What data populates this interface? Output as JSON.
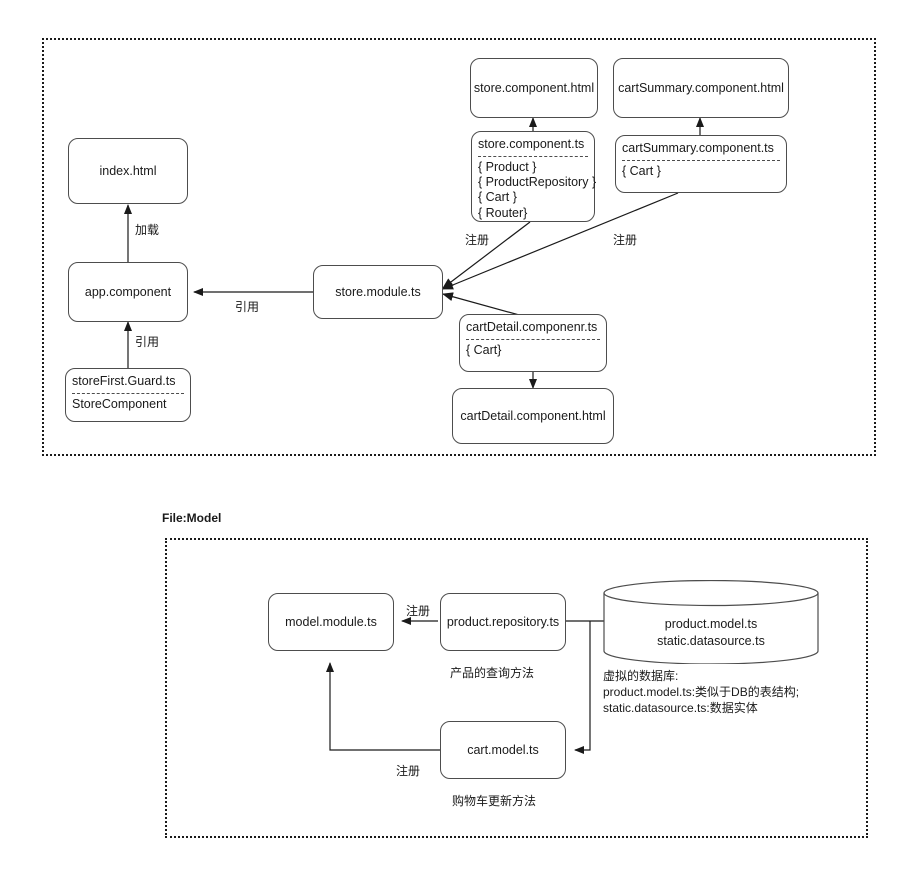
{
  "diagram": {
    "title": "Angular store app module structure diagram",
    "groups": [
      {
        "id": "store-group",
        "label": ""
      },
      {
        "id": "model-group",
        "label": "File:Model"
      }
    ]
  },
  "store_section": {
    "nodes": {
      "index_html": {
        "label": "index.html"
      },
      "app_component": {
        "label": "app.component"
      },
      "store_first_guard": {
        "title": "storeFirst.Guard.ts",
        "body": "StoreComponent"
      },
      "store_module": {
        "label": "store.module.ts"
      },
      "store_component_html": {
        "label": "store.component.html"
      },
      "store_component_ts": {
        "title": "store.component.ts",
        "body": "{ Product }\n{ ProductRepository }\n{ Cart }\n{ Router}"
      },
      "cart_summary_component_html": {
        "label": "cartSummary.component.html"
      },
      "cart_summary_component_ts": {
        "title": "cartSummary.component.ts",
        "body": "{ Cart }"
      },
      "cart_detail_component_ts": {
        "title": "cartDetail.componenr.ts",
        "body": "{ Cart}"
      },
      "cart_detail_component_html": {
        "label": "cartDetail.component.html"
      }
    },
    "edge_labels": {
      "load": "加载",
      "ref_guard": "引用",
      "ref_module": "引用",
      "register_store_component": "注册",
      "register_cart_summary": "注册"
    }
  },
  "model_section": {
    "label": "File:Model",
    "nodes": {
      "model_module": {
        "label": "model.module.ts"
      },
      "product_repository": {
        "label": "product.repository.ts"
      },
      "cart_model": {
        "label": "cart.model.ts"
      },
      "database": {
        "label": "product.model.ts\nstatic.datasource.ts"
      }
    },
    "edge_labels": {
      "register_product_repository": "注册",
      "register_cart_model": "注册"
    },
    "notes": {
      "product_repository_note": "产品的查询方法",
      "cart_model_note": "购物车更新方法",
      "database_note": "虚拟的数据库:\nproduct.model.ts:类似于DB的表结构;\nstatic.datasource.ts:数据实体"
    }
  },
  "colors": {
    "stroke": "#4d4d4d",
    "arrow": "#1a1a1a",
    "text": "#1a1a1a",
    "background": "#ffffff",
    "group_border": "#1a1a1a"
  }
}
